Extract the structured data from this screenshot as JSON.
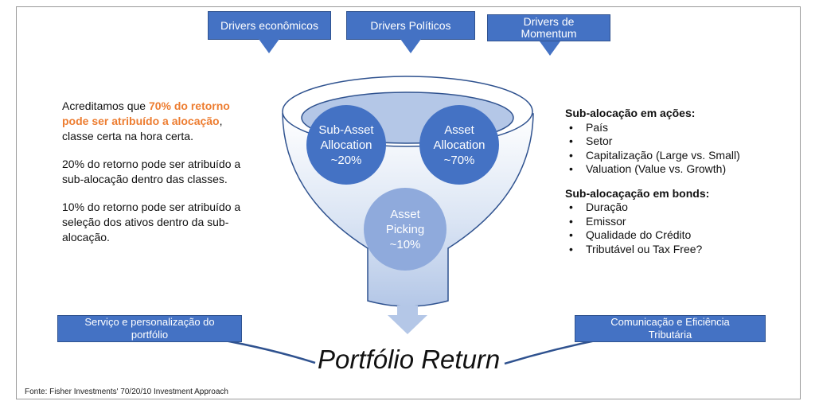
{
  "drivers": {
    "economic": "Drivers econômicos",
    "political": "Drivers Políticos",
    "momentum_line1": "Drivers de",
    "momentum_line2": "Momentum"
  },
  "left_text": {
    "p1_prefix": "Acreditamos que ",
    "p1_highlight": "70% do retorno pode ser atribuído a alocação",
    "p1_suffix": ", classe certa na hora certa.",
    "p2": "20% do retorno pode ser atribuído a sub-alocação dentro das classes.",
    "p3": "10% do retorno pode ser atribuído a seleção dos ativos dentro da sub-alocação."
  },
  "circles": {
    "sub_asset": {
      "line1": "Sub-Asset",
      "line2": "Allocation",
      "line3": "~20%"
    },
    "asset_allocation": {
      "line1": "Asset",
      "line2": "Allocation",
      "line3": "~70%"
    },
    "asset_picking": {
      "line1": "Asset",
      "line2": "Picking",
      "line3": "~10%"
    }
  },
  "right_text": {
    "equities_title": "Sub-alocação em ações:",
    "equities": [
      "País",
      "Setor",
      "Capitalização (Large vs. Small)",
      "Valuation (Value vs. Growth)"
    ],
    "bonds_title": "Sub-alocaçação em bonds:",
    "bonds": [
      "Duração",
      "Emissor",
      "Qualidade do Crédito",
      "Tributável ou Tax Free?"
    ]
  },
  "bottom": {
    "left_box": "Serviço e personalização do portfólio",
    "right_box": "Comunicação e Eficiência Tributária",
    "center": "Portfólio Return"
  },
  "source": "Fonte: Fisher Investments' 70/20/10 Investment Approach",
  "colors": {
    "primary": "#4472c4",
    "light": "#8faadc",
    "lighter": "#b4c7e7",
    "highlight": "#ed7d31"
  }
}
